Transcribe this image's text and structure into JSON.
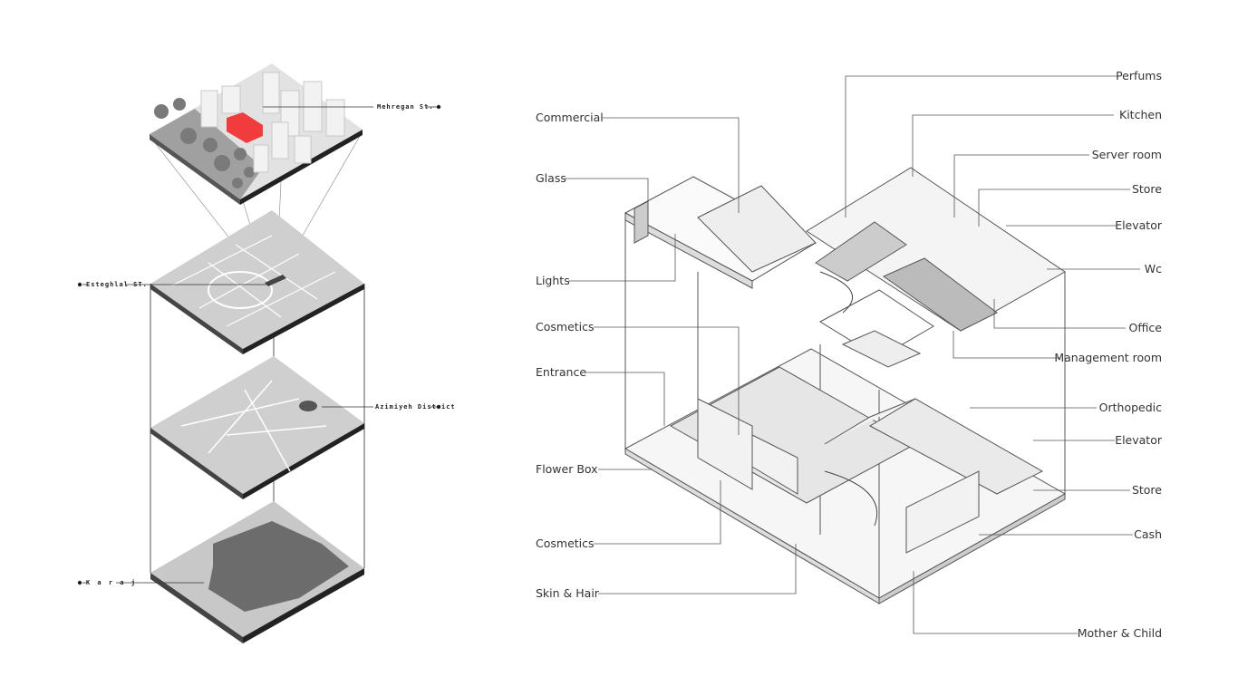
{
  "site_diagram": {
    "labels": {
      "street_top": "Mehregan St.",
      "street_main": "Esteghlal ST.",
      "district": "Azimiyeh District",
      "city": "K a r a j"
    },
    "highlight_color": "#f03c3c"
  },
  "building_diagram": {
    "left_labels": [
      "Commercial",
      "Glass",
      "Lights",
      "Cosmetics",
      "Entrance",
      "Flower Box",
      "Cosmetics",
      "Skin & Hair"
    ],
    "right_labels": [
      "Perfums",
      "Kitchen",
      "Server room",
      "Store",
      "Elevator",
      "Wc",
      "Office",
      "Management room",
      "Orthopedic",
      "Elevator",
      "Store",
      "Cash",
      "Mother & Child"
    ]
  }
}
